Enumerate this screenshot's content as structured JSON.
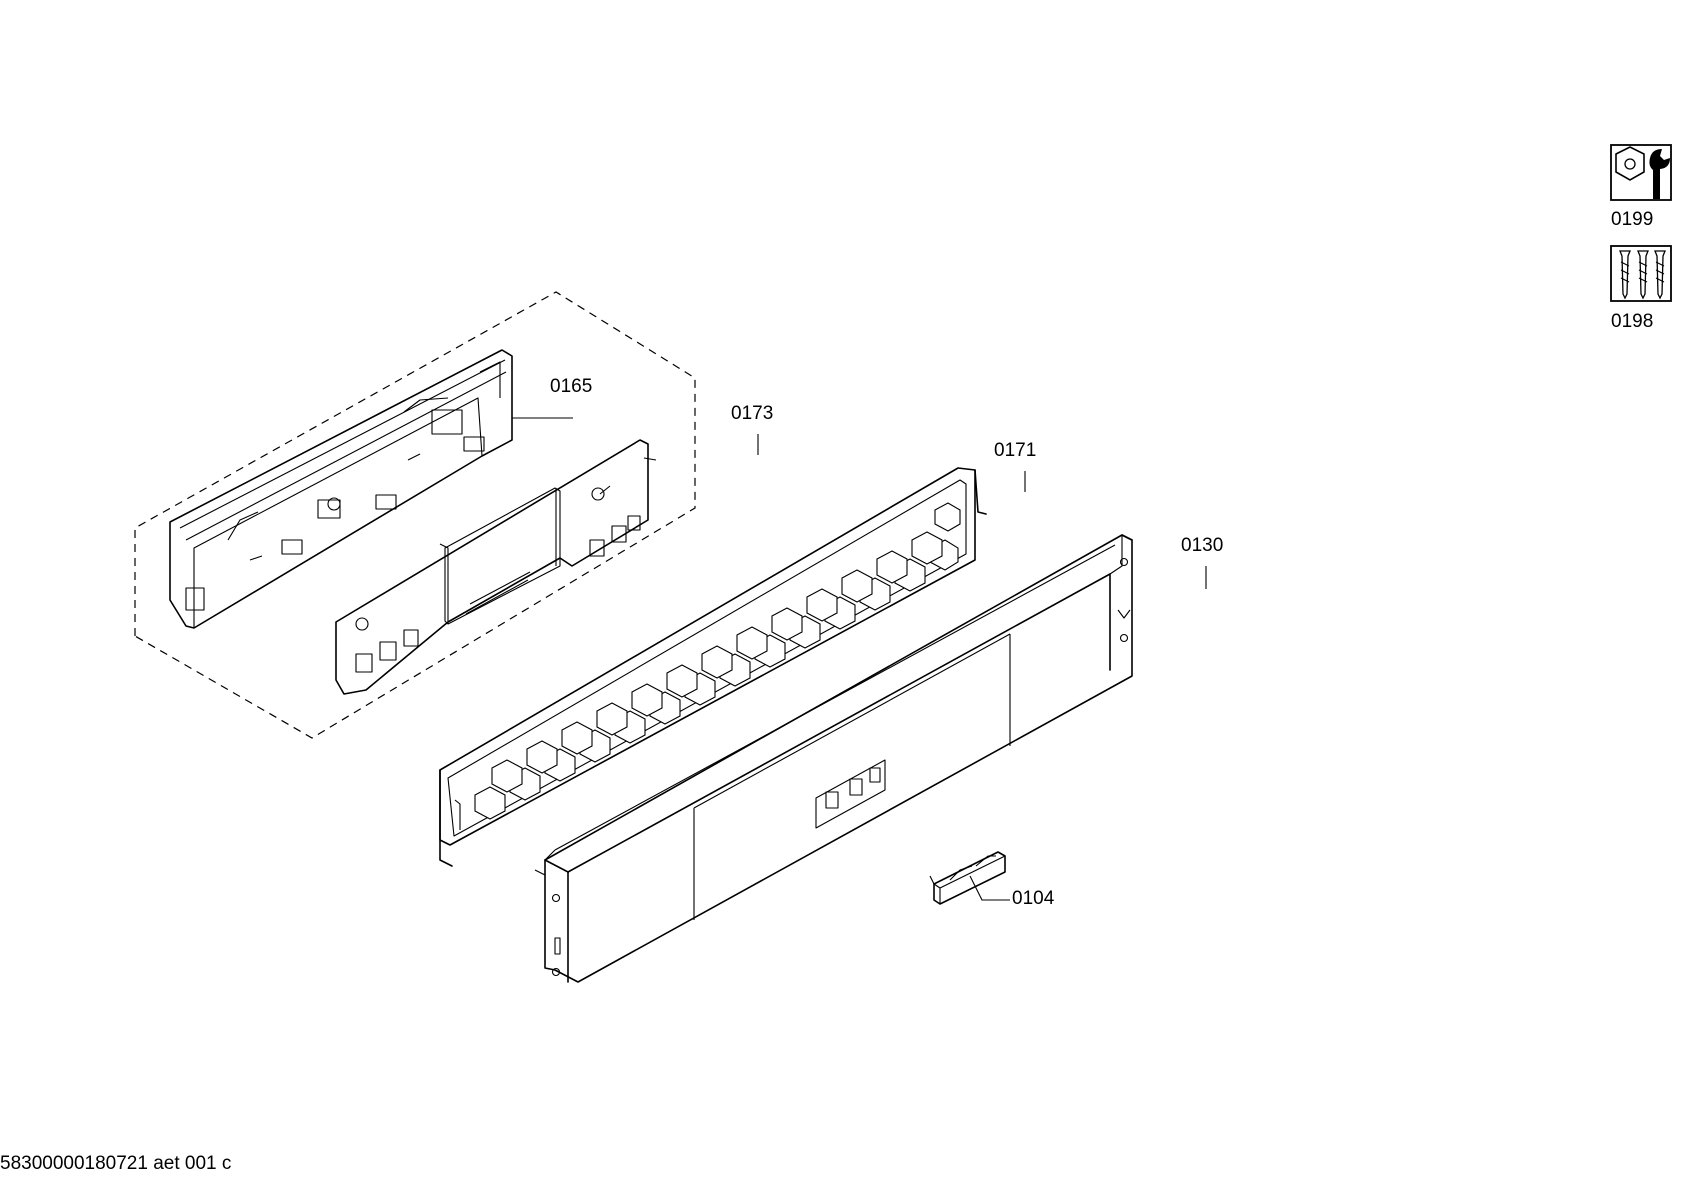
{
  "labels": {
    "p0165": "0165",
    "p0173": "0173",
    "p0171": "0171",
    "p0130": "0130",
    "p0104": "0104",
    "p0199": "0199",
    "p0198": "0198"
  },
  "footer": "58300000180721 aet 001 c",
  "icons": {
    "tools": "nut-and-wrench-icon",
    "screws": "screws-icon"
  }
}
